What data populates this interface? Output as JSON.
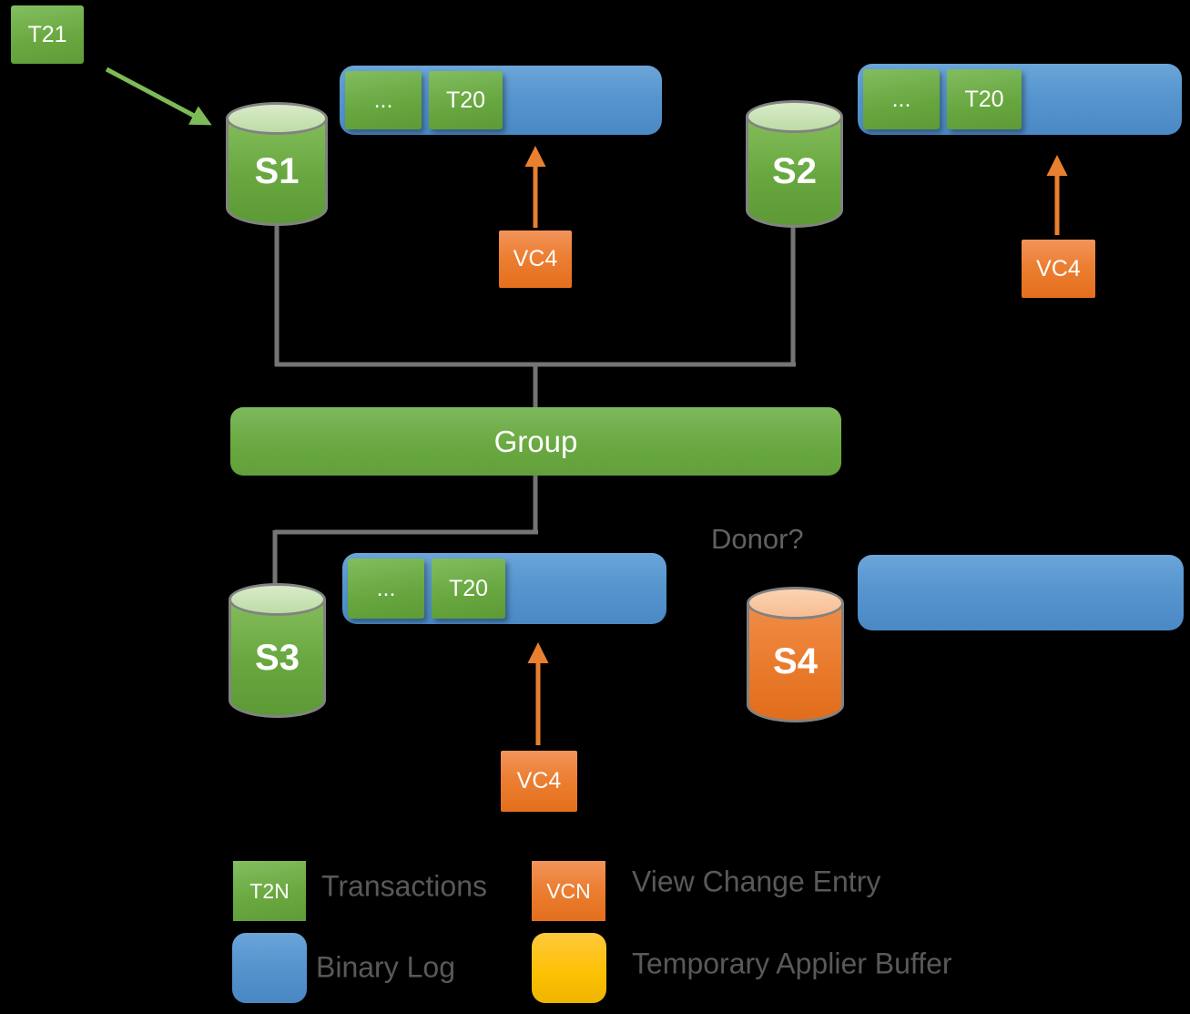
{
  "diagram": {
    "incoming_transaction": {
      "label": "T21"
    },
    "servers": [
      {
        "id": "S1",
        "label": "S1",
        "type": "member"
      },
      {
        "id": "S2",
        "label": "S2",
        "type": "member"
      },
      {
        "id": "S3",
        "label": "S3",
        "type": "member"
      },
      {
        "id": "S4",
        "label": "S4",
        "type": "donor-candidate"
      }
    ],
    "binary_logs": [
      {
        "server": "S1",
        "entries": [
          "...",
          "T20"
        ]
      },
      {
        "server": "S2",
        "entries": [
          "...",
          "T20"
        ]
      },
      {
        "server": "S3",
        "entries": [
          "...",
          "T20"
        ]
      },
      {
        "server": "S4",
        "entries": []
      }
    ],
    "view_change_entries": [
      {
        "target": "S1",
        "label": "VC4"
      },
      {
        "target": "S2",
        "label": "VC4"
      },
      {
        "target": "S3",
        "label": "VC4"
      }
    ],
    "group": {
      "label": "Group"
    },
    "donor_label": "Donor?"
  },
  "legend": {
    "items": [
      {
        "swatch_label": "T2N",
        "swatch_color": "#70ad47",
        "label": "Transactions"
      },
      {
        "swatch_label": "VCN",
        "swatch_color": "#ed7d31",
        "label": "View Change Entry"
      },
      {
        "swatch_label": "",
        "swatch_color": "#5b9bd5",
        "label": "Binary Log"
      },
      {
        "swatch_label": "",
        "swatch_color": "#ffc000",
        "label": "Temporary Applier Buffer"
      }
    ]
  },
  "colors": {
    "background": "#000000",
    "transaction_green": "#70ad47",
    "binary_log_blue": "#5b9bd5",
    "view_change_orange": "#ed7d31",
    "applier_buffer_yellow": "#ffc000",
    "connector_gray": "#757575",
    "label_gray": "#595959"
  }
}
